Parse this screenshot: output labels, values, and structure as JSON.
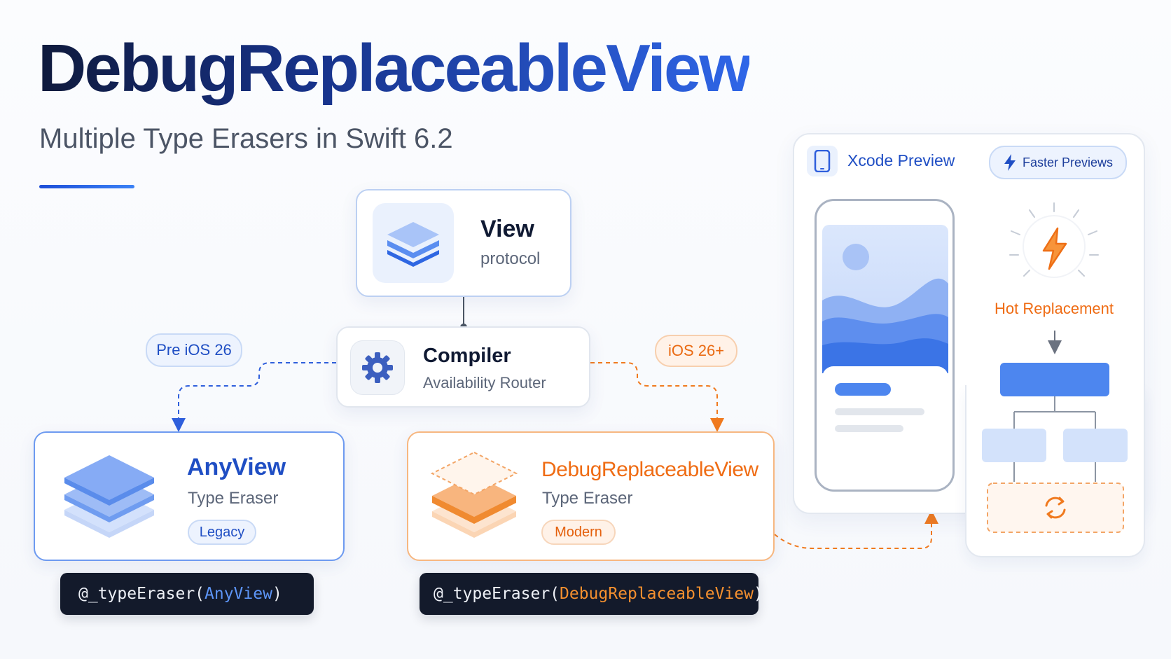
{
  "header": {
    "title": "DebugReplaceableView",
    "subtitle": "Multiple Type Erasers in Swift 6.2"
  },
  "view_node": {
    "title": "View",
    "subtitle": "protocol"
  },
  "compiler_node": {
    "title": "Compiler",
    "subtitle": "Availability Router"
  },
  "branches": {
    "left_label": "Pre iOS 26",
    "right_label": "iOS 26+"
  },
  "anyview_card": {
    "title": "AnyView",
    "subtitle": "Type Eraser",
    "badge": "Legacy"
  },
  "debug_card": {
    "title": "DebugReplaceableView",
    "subtitle": "Type Eraser",
    "badge": "Modern"
  },
  "code_left": {
    "prefix": "@_typeEraser(",
    "type": "AnyView",
    "suffix": ")"
  },
  "code_right": {
    "prefix": "@_typeEraser(",
    "type": "DebugReplaceableView",
    "suffix": ")"
  },
  "preview_panel": {
    "title": "Xcode Preview",
    "pill": "Faster Previews",
    "hot_label": "Hot Replacement"
  },
  "colors": {
    "blue_accent": "#2f5fdc",
    "orange_accent": "#f07a1f",
    "dark_text": "#101a33",
    "code_bg": "#131a2b"
  },
  "icons": [
    "layers-icon",
    "gear-icon",
    "phone-icon",
    "bolt-icon",
    "refresh-icon",
    "image-icon"
  ]
}
